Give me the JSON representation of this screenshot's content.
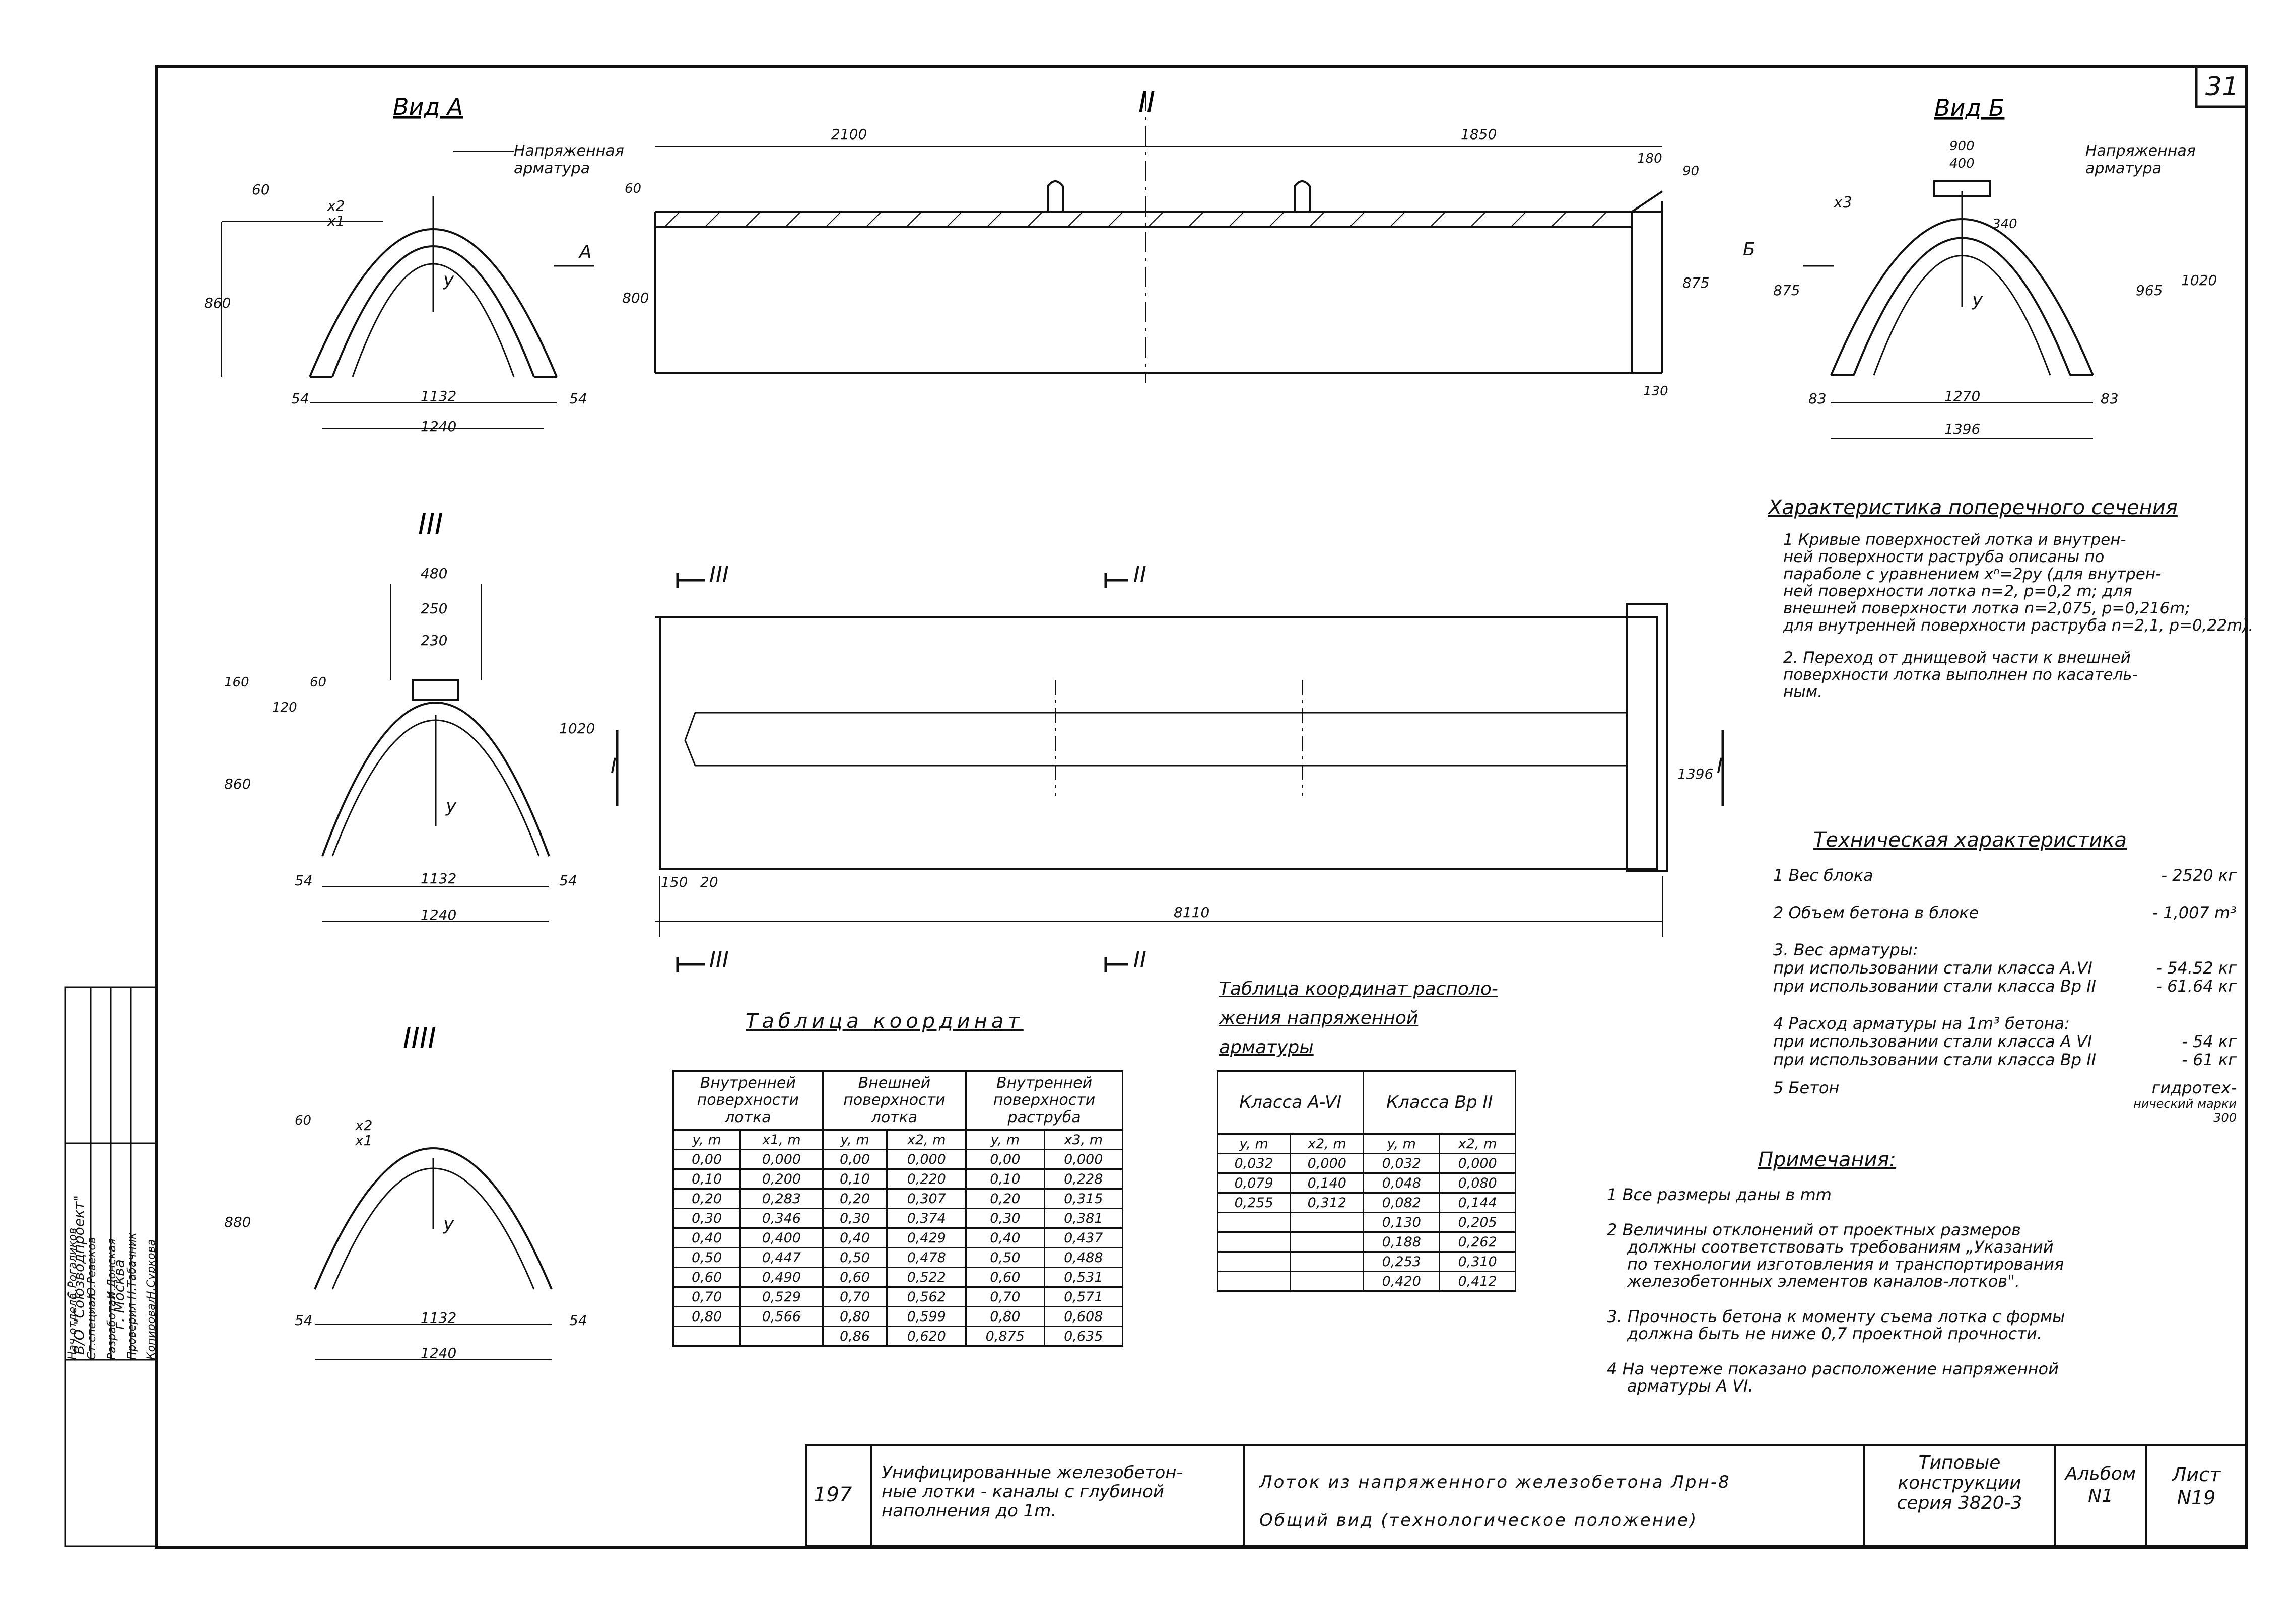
{
  "sheet_no": "31",
  "view_a": {
    "title": "Вид А",
    "label": "Напряженная арматура",
    "dims": [
      "60",
      "860",
      "54",
      "1132",
      "54",
      "1240"
    ],
    "x2": "x2",
    "x1": "x1",
    "y": "y",
    "arrow": "А"
  },
  "section_ii": {
    "title": "II",
    "dims": [
      "2100",
      "1850",
      "180",
      "90",
      "800",
      "875",
      "60",
      "130"
    ]
  },
  "view_b": {
    "title": "Вид Б",
    "label": "Напряженная арматура",
    "dims": [
      "900",
      "400",
      "340",
      "875",
      "965",
      "1020",
      "83",
      "1270",
      "83",
      "1396"
    ],
    "x3": "x3",
    "y": "y",
    "arrow": "Б"
  },
  "section_iii": {
    "title": "III",
    "dims": [
      "480",
      "250",
      "230",
      "160",
      "60",
      "120",
      "860",
      "1020",
      "54",
      "1132",
      "54",
      "1240"
    ],
    "y": "y"
  },
  "plan": {
    "marks": [
      "III",
      "II",
      "III",
      "II",
      "I",
      "I"
    ],
    "dims": [
      "150",
      "20",
      "8110",
      "1396"
    ]
  },
  "section_i": {
    "title": "IIII",
    "dims": [
      "60",
      "880",
      "54",
      "1132",
      "54",
      "1240"
    ],
    "x2": "x2",
    "x1": "x1",
    "y": "y"
  },
  "cross_section": {
    "title": "Характеристика поперечного сечения",
    "items": [
      "1 Кривые поверхностей лотка и внутрен-",
      "ней поверхности раструба описаны по",
      "параболе с уравнением xⁿ=2py (для внутрен-",
      "ней поверхности лотка n=2, p=0,2 m; для",
      "внешней поверхности лотка n=2,075, p=0,216m;",
      "для внутренней поверхности раструба n=2,1, p=0,22m).",
      "2. Переход от днищевой части к внешней",
      "поверхности лотка выполнен по касатель-",
      "ным."
    ]
  },
  "tech": {
    "title": "Техническая характеристика",
    "rows": [
      {
        "label": "1 Вес блока",
        "value": "- 2520 кг"
      },
      {
        "label": "2 Объем бетона в блоке",
        "value": "- 1,007 m³"
      },
      {
        "label": "3. Вес арматуры:",
        "value": ""
      },
      {
        "label": "при использовании стали класса A.VI",
        "value": "- 54.52 кг"
      },
      {
        "label": "при использовании стали класса Вр II",
        "value": "- 61.64 кг"
      },
      {
        "label": "4 Расход арматуры на 1m³ бетона:",
        "value": ""
      },
      {
        "label": "при использовании стали класса A VI",
        "value": "- 54 кг"
      },
      {
        "label": "при использовании стали класса Вр II",
        "value": "- 61 кг"
      },
      {
        "label": "5 Бетон",
        "value": "гидротех-"
      }
    ],
    "beton_tail": [
      "нический марки",
      "300"
    ]
  },
  "notes": {
    "title": "Примечания:",
    "items": [
      "1 Все размеры даны в mm",
      "2 Величины отклонений от проектных размеров",
      "должны соответствовать требованиям „Указаний",
      "по технологии изготовления и транспортирования",
      "железобетонных элементов каналов-лотков\".",
      "3. Прочность бетона к моменту съема лотка с формы",
      "должна быть не ниже 0,7 проектной прочности.",
      "4 На чертеже показано расположение напряженной",
      "арматуры A VI."
    ]
  },
  "coord_table": {
    "title": "Таблица координат",
    "headers": [
      "Внутренней поверхности лотка",
      "Внешней поверхности лотка",
      "Внутренней поверхности раструба"
    ],
    "subheaders": [
      "y, m",
      "x1, m",
      "y, m",
      "x2, m",
      "y, m",
      "x3, m"
    ],
    "rows": [
      [
        "0,00",
        "0,000",
        "0,00",
        "0,000",
        "0,00",
        "0,000"
      ],
      [
        "0,10",
        "0,200",
        "0,10",
        "0,220",
        "0,10",
        "0,228"
      ],
      [
        "0,20",
        "0,283",
        "0,20",
        "0,307",
        "0,20",
        "0,315"
      ],
      [
        "0,30",
        "0,346",
        "0,30",
        "0,374",
        "0,30",
        "0,381"
      ],
      [
        "0,40",
        "0,400",
        "0,40",
        "0,429",
        "0,40",
        "0,437"
      ],
      [
        "0,50",
        "0,447",
        "0,50",
        "0,478",
        "0,50",
        "0,488"
      ],
      [
        "0,60",
        "0,490",
        "0,60",
        "0,522",
        "0,60",
        "0,531"
      ],
      [
        "0,70",
        "0,529",
        "0,70",
        "0,562",
        "0,70",
        "0,571"
      ],
      [
        "0,80",
        "0,566",
        "0,80",
        "0,599",
        "0,80",
        "0,608"
      ],
      [
        "",
        "",
        "0,86",
        "0,620",
        "0,875",
        "0,635"
      ]
    ]
  },
  "rebar_table": {
    "title_lines": [
      "Таблица координат располо-",
      "жения напряженной",
      "арматуры"
    ],
    "headers": [
      "Класса A-VI",
      "Класса Вр II"
    ],
    "subheaders": [
      "y, m",
      "x2, m",
      "y, m",
      "x2, m"
    ],
    "rows": [
      [
        "0,032",
        "0,000",
        "0,032",
        "0,000"
      ],
      [
        "0,079",
        "0,140",
        "0,048",
        "0,080"
      ],
      [
        "0,255",
        "0,312",
        "0,082",
        "0,144"
      ],
      [
        "",
        "",
        "0,130",
        "0,205"
      ],
      [
        "",
        "",
        "0,188",
        "0,262"
      ],
      [
        "",
        "",
        "0,253",
        "0,310"
      ],
      [
        "",
        "",
        "0,420",
        "0,412"
      ]
    ]
  },
  "side_stamp": {
    "org": "В/О \"Союзводпроект\"",
    "city": "г. Москва",
    "roles": [
      "Нач отдела",
      "Ст.специал.",
      "Разработал",
      "Проверил",
      "Копировал"
    ],
    "names": [
      "С.Рогаликов",
      "Ю.Ревеков",
      "И.Донская",
      "Н.Табачник",
      "Н.Суркова"
    ]
  },
  "title_block": {
    "num": "197",
    "desc": [
      "Унифицированные железобетон-",
      "ные лотки - каналы с глубиной",
      "наполнения до 1m."
    ],
    "name": [
      "Лоток из напряженного железобетона Лрн-8",
      "Общий вид (технологическое положение)"
    ],
    "series": [
      "Типовые",
      "конструкции",
      "серия 3820-3"
    ],
    "album": [
      "Альбом",
      "N1"
    ],
    "sheet": [
      "Лист",
      "N19"
    ]
  }
}
